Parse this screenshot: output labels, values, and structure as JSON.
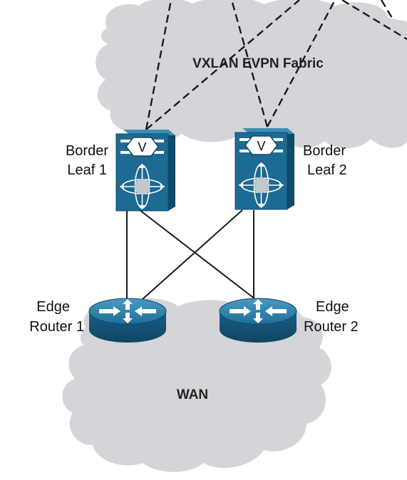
{
  "colors": {
    "cloud": "#d3d5d9",
    "device": "#1d6a92",
    "device_light": "#3d8db5",
    "device_dark": "#0f4a6a",
    "link": "#1a1a1a"
  },
  "clouds": {
    "fabric": "VXLAN EVPN Fabric",
    "wan": "WAN"
  },
  "border_leaf_1": {
    "line1": "Border",
    "line2": "Leaf 1",
    "badge": "V",
    "icon": "nexus-switch-icon"
  },
  "border_leaf_2": {
    "line1": "Border",
    "line2": "Leaf 2",
    "badge": "V",
    "icon": "nexus-switch-icon"
  },
  "edge_router_1": {
    "line1": "Edge",
    "line2": "Router 1",
    "icon": "router-icon"
  },
  "edge_router_2": {
    "line1": "Edge",
    "line2": "Router 2",
    "icon": "router-icon"
  }
}
